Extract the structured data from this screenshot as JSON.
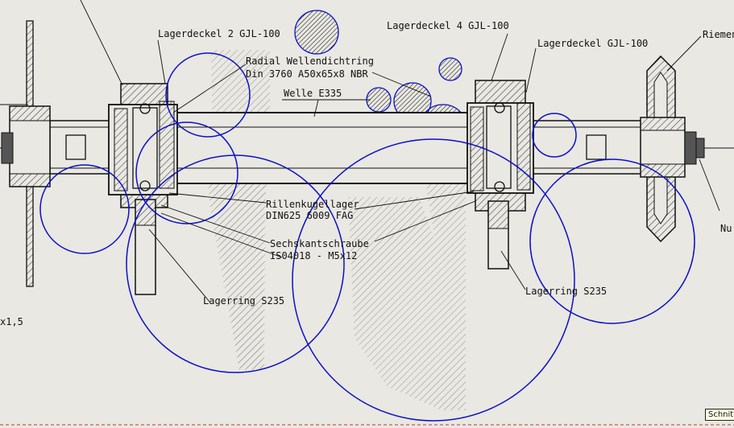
{
  "labels": {
    "lagerdeckel_2": "Lagerdeckel 2 GJL-100",
    "lagerdeckel_4": "Lagerdeckel 4 GJL-100",
    "lagerdeckel": "Lagerdeckel GJL-100",
    "riemen": "Riemen",
    "wellendichtring_1": "Radial Wellendichtring",
    "wellendichtring_2": "Din 3760 A50x65x8 NBR",
    "welle": "Welle E335",
    "rillenkugellager_1": "Rillenkugellager",
    "rillenkugellager_2": "DIN625 6009 FAG",
    "sechskantschraube_1": "Sechskantschraube",
    "sechskantschraube_2": "IS04018 - M5x12",
    "lagerring_left": "Lagerring S235",
    "lagerring_right": "Lagerring S235",
    "nut": "Nu",
    "dim_x15": "x1,5"
  },
  "tooltip": "Schnitt",
  "colors": {
    "background": "#e9e8e2",
    "line": "#111111",
    "highlight_circle": "#0b10c8",
    "hatch": "#333333",
    "dashed_red": "#d03030"
  }
}
